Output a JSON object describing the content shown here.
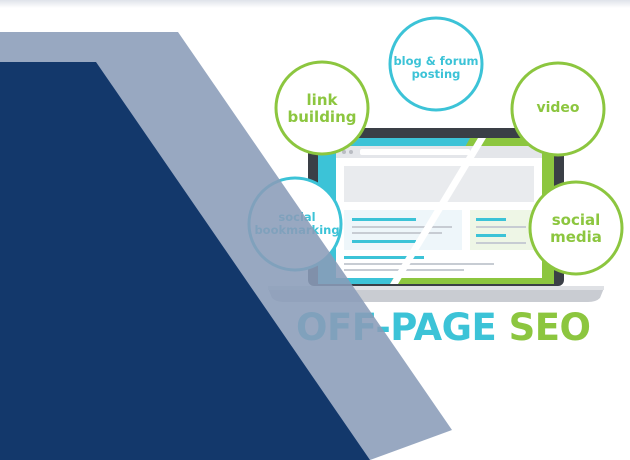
{
  "illustration": {
    "circles": {
      "link_building": "link\nbuilding",
      "blog_forum": "blog & forum\nposting",
      "video": "video",
      "social_bookmarking": "social\nbookmarking",
      "social_media": "social\nmedia"
    },
    "headline": {
      "part_a": "OFF-PAGE",
      "part_b": "SEO"
    }
  },
  "colors": {
    "navy": "#13386b",
    "slate": "#8a9cb8",
    "green": "#8cc63f",
    "teal": "#3cc3d7"
  }
}
